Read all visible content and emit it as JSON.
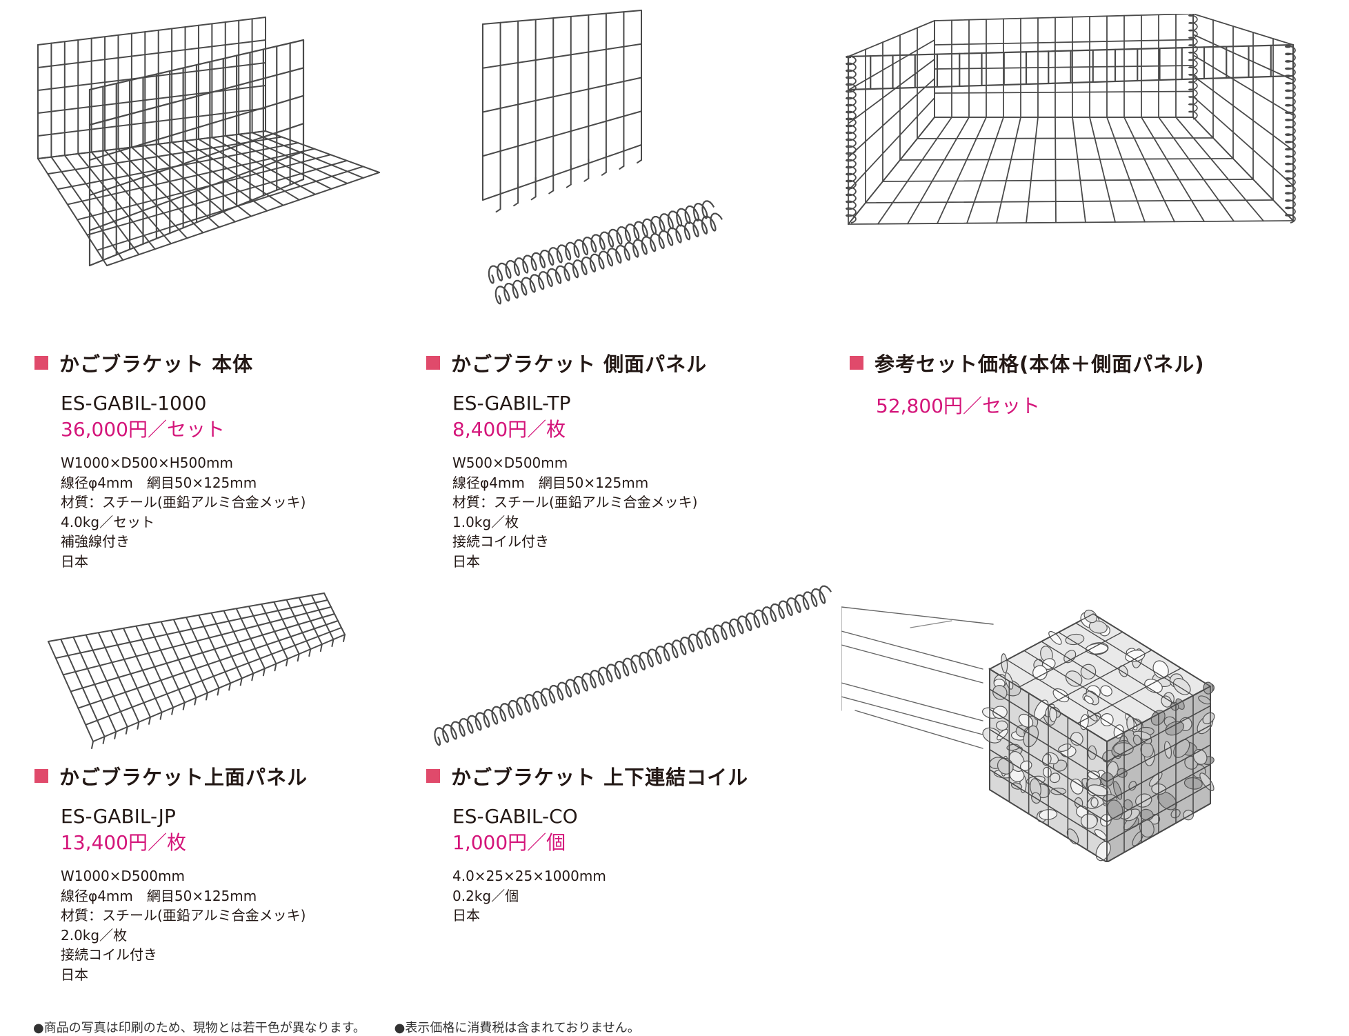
{
  "colors": {
    "marker": "#e04a6b",
    "price": "#d4157a",
    "text": "#231815",
    "wire": "#4a4a4a"
  },
  "products": [
    {
      "title": "かごブラケット 本体",
      "code": "ES-GABIL-1000",
      "price": "36,000円／セット",
      "specs": [
        "W1000×D500×H500mm",
        "線径φ4mm　網目50×125mm",
        "材質：スチール(亜鉛アルミ合金メッキ)",
        "4.0kg／セット",
        "補強線付き",
        "日本"
      ]
    },
    {
      "title": "かごブラケット 側面パネル",
      "code": "ES-GABIL-TP",
      "price": "8,400円／枚",
      "specs": [
        "W500×D500mm",
        "線径φ4mm　網目50×125mm",
        "材質：スチール(亜鉛アルミ合金メッキ)",
        "1.0kg／枚",
        "接続コイル付き",
        "日本"
      ]
    },
    {
      "title": "参考セット価格(本体＋側面パネル)",
      "price": "52,800円／セット"
    },
    {
      "title": "かごブラケット上面パネル",
      "code": "ES-GABIL-JP",
      "price": "13,400円／枚",
      "specs": [
        "W1000×D500mm",
        "線径φ4mm　網目50×125mm",
        "材質：スチール(亜鉛アルミ合金メッキ)",
        "2.0kg／枚",
        "接続コイル付き",
        "日本"
      ]
    },
    {
      "title": "かごブラケット 上下連結コイル",
      "code": "ES-GABIL-CO",
      "price": "1,000円／個",
      "specs": [
        "4.0×25×25×1000mm",
        "0.2kg／個",
        "日本"
      ]
    }
  ],
  "footer": {
    "note1": "●商品の写真は印刷のため、現物とは若干色が異なります。",
    "note2": "●表示価格に消費税は含まれておりません。"
  }
}
